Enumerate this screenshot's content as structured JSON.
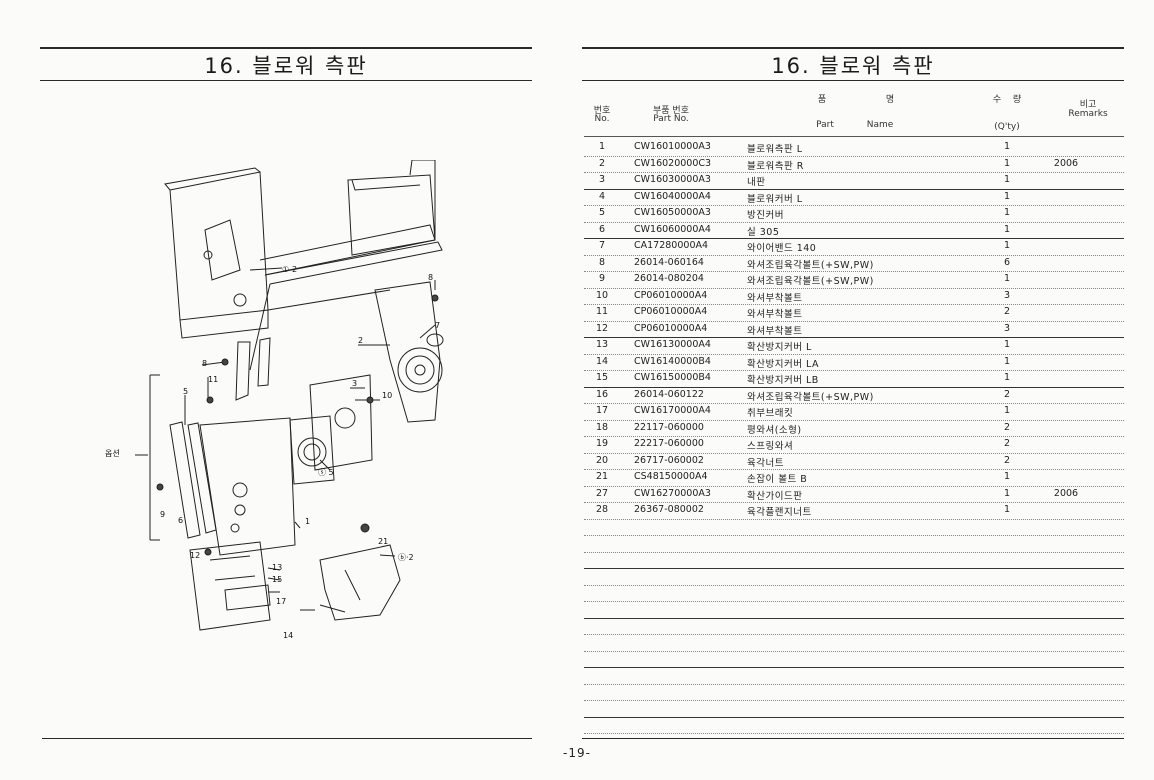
{
  "left_page": {
    "title": "16. 블로워 측판",
    "callouts": [
      "①-2",
      "8",
      "7",
      "2",
      "11",
      "5",
      "3",
      "10",
      "8",
      "ⓢ 5",
      "옵션",
      "9",
      "6",
      "1",
      "21",
      "12",
      "13",
      "15",
      "ⓑ·2",
      "17",
      "14"
    ]
  },
  "right_page": {
    "title": "16. 블로워 측판",
    "header": {
      "no_ko": "번호",
      "no_en": "No.",
      "part_no_ko": "부품 번호",
      "part_no_en": "Part No.",
      "name_ko_1": "품",
      "name_ko_2": "명",
      "name_en_1": "Part",
      "name_en_2": "Name",
      "qty_ko_1": "수",
      "qty_ko_2": "량",
      "qty_en": "(Q'ty)",
      "remarks_ko": "비고",
      "remarks_en": "Remarks"
    },
    "rows": [
      {
        "no": "1",
        "part_no": "CW16010000A3",
        "name": "블로워측판 L",
        "qty": "1",
        "remarks": ""
      },
      {
        "no": "2",
        "part_no": "CW16020000C3",
        "name": "블로워측판 R",
        "qty": "1",
        "remarks": "2006"
      },
      {
        "no": "3",
        "part_no": "CW16030000A3",
        "name": "내판",
        "qty": "1",
        "remarks": ""
      },
      {
        "no": "4",
        "part_no": "CW16040000A4",
        "name": "블로워커버 L",
        "qty": "1",
        "remarks": ""
      },
      {
        "no": "5",
        "part_no": "CW16050000A3",
        "name": "방진커버",
        "qty": "1",
        "remarks": ""
      },
      {
        "no": "6",
        "part_no": "CW16060000A4",
        "name": "실 305",
        "qty": "1",
        "remarks": ""
      },
      {
        "no": "7",
        "part_no": "CA17280000A4",
        "name": "와이어밴드 140",
        "qty": "1",
        "remarks": ""
      },
      {
        "no": "8",
        "part_no": "26014-060164",
        "name": "와셔조립육각볼트(+SW,PW)",
        "qty": "6",
        "remarks": ""
      },
      {
        "no": "9",
        "part_no": "26014-080204",
        "name": "와셔조립육각볼트(+SW,PW)",
        "qty": "1",
        "remarks": ""
      },
      {
        "no": "10",
        "part_no": "CP06010000A4",
        "name": "와셔부착볼트",
        "qty": "3",
        "remarks": ""
      },
      {
        "no": "11",
        "part_no": "CP06010000A4",
        "name": "와셔부착볼트",
        "qty": "2",
        "remarks": ""
      },
      {
        "no": "12",
        "part_no": "CP06010000A4",
        "name": "와셔부착볼트",
        "qty": "3",
        "remarks": ""
      },
      {
        "no": "13",
        "part_no": "CW16130000A4",
        "name": "확산방지커버 L",
        "qty": "1",
        "remarks": ""
      },
      {
        "no": "14",
        "part_no": "CW16140000B4",
        "name": "확산방지커버 LA",
        "qty": "1",
        "remarks": ""
      },
      {
        "no": "15",
        "part_no": "CW16150000B4",
        "name": "확산방지커버 LB",
        "qty": "1",
        "remarks": ""
      },
      {
        "no": "16",
        "part_no": "26014-060122",
        "name": "와셔조립육각볼트(+SW,PW)",
        "qty": "2",
        "remarks": ""
      },
      {
        "no": "17",
        "part_no": "CW16170000A4",
        "name": "취부브래킷",
        "qty": "1",
        "remarks": ""
      },
      {
        "no": "18",
        "part_no": "22117-060000",
        "name": "평와셔(소형)",
        "qty": "2",
        "remarks": ""
      },
      {
        "no": "19",
        "part_no": "22217-060000",
        "name": "스프링와셔",
        "qty": "2",
        "remarks": ""
      },
      {
        "no": "20",
        "part_no": "26717-060002",
        "name": "육각너트",
        "qty": "2",
        "remarks": ""
      },
      {
        "no": "21",
        "part_no": "CS48150000A4",
        "name": "손잡이 볼트 B",
        "qty": "1",
        "remarks": ""
      },
      {
        "no": "27",
        "part_no": "CW16270000A3",
        "name": "확산가이드판",
        "qty": "1",
        "remarks": "2006"
      },
      {
        "no": "28",
        "part_no": "26367-080002",
        "name": "육각플랜지너트",
        "qty": "1",
        "remarks": ""
      }
    ]
  },
  "page_number": "-19-"
}
